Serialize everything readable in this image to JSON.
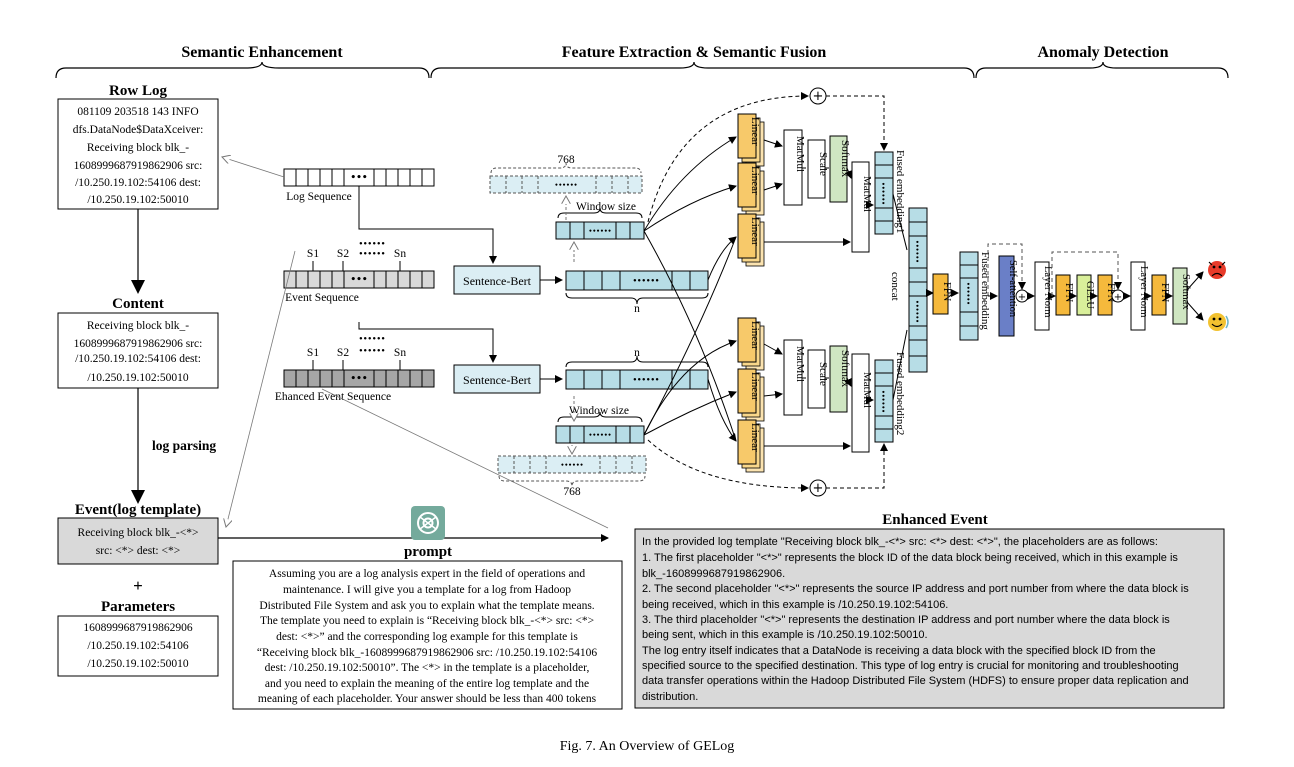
{
  "sections": {
    "semantic_enhancement": "Semantic Enhancement",
    "feature_extraction": "Feature Extraction & Semantic Fusion",
    "anomaly_detection": "Anomaly Detection"
  },
  "left": {
    "row_log_title": "Row Log",
    "row_log_lines": [
      "081109 203518 143 INFO",
      "dfs.DataNode$DataXceiver:",
      "Receiving block blk_-",
      "1608999687919862906 src:",
      "/10.250.19.102:54106 dest:",
      "/10.250.19.102:50010"
    ],
    "content_title": "Content",
    "content_lines": [
      "Receiving block blk_-",
      "1608999687919862906 src:",
      "/10.250.19.102:54106 dest:",
      "/10.250.19.102:50010"
    ],
    "log_parsing": "log parsing",
    "event_title": "Event(log template)",
    "event_lines": [
      "Receiving block blk_-<*>",
      "src: <*> dest: <*>"
    ],
    "plus": "+",
    "parameters_title": "Parameters",
    "parameters_lines": [
      "1608999687919862906",
      "/10.250.19.102:54106",
      "/10.250.19.102:50010"
    ]
  },
  "sequences": {
    "log_sequence": "Log Sequence",
    "event_sequence": "Event Sequence",
    "enhanced_event_sequence": "Ehanced Event Sequence",
    "dots": "•••",
    "s1": "S1",
    "s2": "S2",
    "sn": "Sn",
    "sdots": "••••••",
    "sentence_bert": "Sentence-Bert",
    "n": "n",
    "window_size": "Window size",
    "dim_768": "768",
    "vec_dots": "••••••"
  },
  "attention": {
    "linear": "Linear",
    "matmul": "MatMul",
    "scale": "Scale",
    "softmax": "Softmax",
    "fused_embedding1": "Fused embedding1",
    "fused_embedding2": "Fused embedding2",
    "fused_embedding": "Fused embedding",
    "concat": "concat",
    "ffn": "FFN",
    "self_attention": "Self-attention",
    "layer_norm": "Layer Norm",
    "gelu": "GELU",
    "plus_sign": "+"
  },
  "prompt": {
    "title": "prompt",
    "lines": [
      "Assuming you are a log analysis expert in the field of operations and",
      "maintenance. I will give you a template for a log from Hadoop",
      "Distributed File System and ask you to explain what the template means.",
      "The template you need to explain is “Receiving block blk_-<*> src: <*>",
      "dest: <*>” and the corresponding log example for this template is",
      "“Receiving block blk_-1608999687919862906 src: /10.250.19.102:54106",
      "dest: /10.250.19.102:50010”. The <*> in the template is a placeholder,",
      "and you need to explain the meaning of the entire log template and the",
      "meaning of each placeholder. Your answer should be less than 400 tokens"
    ]
  },
  "enhanced": {
    "title": "Enhanced Event",
    "lines": [
      "In the provided log template \"Receiving block blk_-<*> src: <*> dest: <*>\", the placeholders are as follows:",
      "1. The first placeholder \"<*>\" represents the block ID of the data block being received, which in this example is",
      "blk_-1608999687919862906.",
      "2. The second placeholder \"<*>\" represents the source IP address and port number from where the data block is",
      "being received, which in this example is /10.250.19.102:54106.",
      "3. The third placeholder \"<*>\" represents the destination IP address and port number where the data block is",
      "being sent, which in this example is /10.250.19.102:50010.",
      "The log entry itself indicates that a DataNode is receiving a data block with the specified block ID from the",
      "specified source to the specified destination. This type of log entry is crucial for monitoring and troubleshooting",
      "data transfer operations within the Hadoop Distributed File System (HDFS) to ensure proper data replication and",
      "distribution."
    ]
  },
  "caption": "Fig. 7.  An Overview of GELog",
  "colors": {
    "teal": "#b7dde6",
    "teal_dark": "#6fb5c6",
    "linear": "#f7c96a",
    "softmax": "#cfe6c2",
    "ffn": "#f5b93c",
    "self_attention": "#6a7fc7",
    "gelu": "#d9ef9a",
    "gray_box": "#d9d9d9",
    "bert_box": "#dbeef4",
    "red_face": "#e83b2a",
    "yellow_face": "#f2c230"
  }
}
